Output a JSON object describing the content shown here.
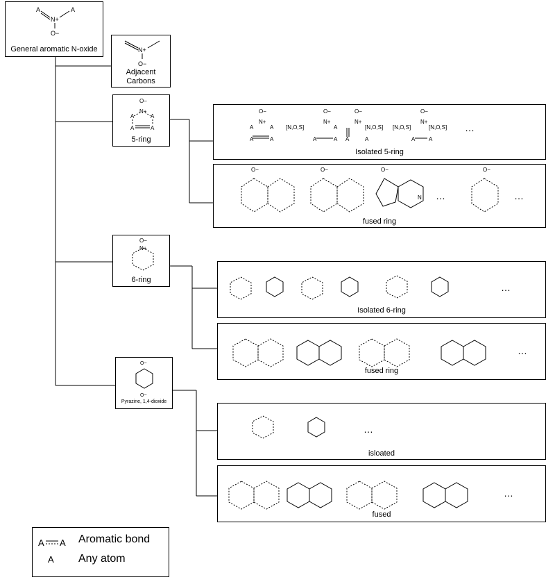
{
  "root": {
    "label": "General aromatic N-oxide"
  },
  "adjacent": {
    "label_line1": "Adjacent",
    "label_line2": "Carbons"
  },
  "ring5": {
    "label": "5-ring",
    "isolated_label": "Isolated 5-ring",
    "fused_label": "fused ring",
    "hetero_set": "[N,O,S]"
  },
  "ring6": {
    "label": "6-ring",
    "isolated_label": "Isolated 6-ring",
    "fused_label": "fused ring"
  },
  "pyrazine": {
    "label": "Pyrazine, 1,4-dioxide",
    "isolated_label": "isloated",
    "fused_label": "fused"
  },
  "ellipsis": "…",
  "atoms": {
    "any": "A",
    "N": "N",
    "Nplus": "N+",
    "Ominus": "O−"
  },
  "legend": {
    "bond_text": "Aromatic bond",
    "atom_text": "Any atom",
    "bond_example_atom": "A",
    "atom_example": "A"
  }
}
